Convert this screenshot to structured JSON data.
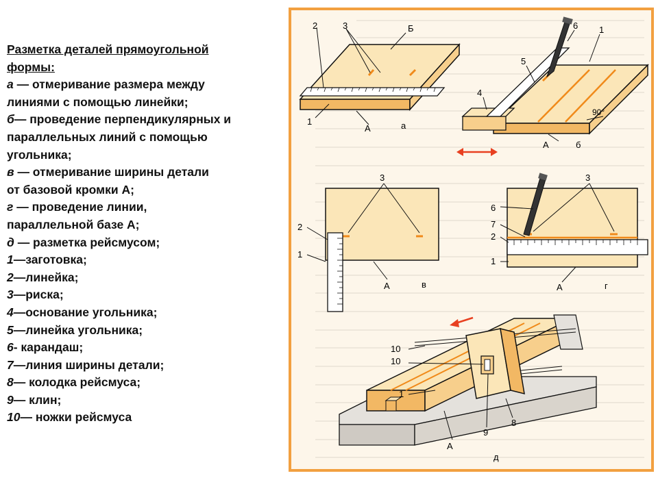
{
  "legend": {
    "title_line1": "Разметка деталей прямоугольной",
    "title_line2": "формы:",
    "items": [
      {
        "key": "а",
        "text": " — отмеривание размера между"
      },
      {
        "key": "",
        "text": "линиями с помощью линейки;"
      },
      {
        "key": "б",
        "text": "— проведение перпендикулярных и"
      },
      {
        "key": "",
        "text": "параллельных линий с помощью"
      },
      {
        "key": "",
        "text": "угольника;"
      },
      {
        "key": "в",
        "text": " — отмеривание ширины детали"
      },
      {
        "key": "",
        "text": "от базовой кромки А;"
      },
      {
        "key": " г",
        "text": " — проведение линии,"
      },
      {
        "key": "",
        "text": "параллельной базе А;"
      },
      {
        "key": "д",
        "text": " — разметка рейсмусом;"
      },
      {
        "key": "1",
        "text": "—заготовка;"
      },
      {
        "key": "2",
        "text": "—линейка;"
      },
      {
        "key": "3",
        "text": "—риска;"
      },
      {
        "key": "4",
        "text": "—основание угольника;"
      },
      {
        "key": "5",
        "text": "—линейка угольника;"
      },
      {
        "key": "6",
        "text": "- карандаш;"
      },
      {
        "key": "7",
        "text": "—линия ширины детали;"
      },
      {
        "key": "8",
        "text": "— колодка рейсмуса;"
      },
      {
        "key": "9",
        "text": "— клин;"
      },
      {
        "key": "10",
        "text": "— ножки рейсмуса"
      }
    ]
  },
  "figure": {
    "panel_a": {
      "letter": "а",
      "labels": [
        "2",
        "3",
        "Б",
        "1",
        "А"
      ]
    },
    "panel_b": {
      "letter": "б",
      "labels": [
        "6",
        "1",
        "5",
        "4",
        "90°",
        "А"
      ]
    },
    "panel_v": {
      "letter": "в",
      "labels": [
        "3",
        "2",
        "1",
        "А"
      ]
    },
    "panel_g": {
      "letter": "г",
      "labels": [
        "3",
        "6",
        "7",
        "2",
        "1",
        "А"
      ]
    },
    "panel_d": {
      "letter": "д",
      "labels": [
        "10",
        "1",
        "9",
        "8",
        "А"
      ]
    }
  },
  "colors": {
    "wood_light": "#fbe6b8",
    "wood_edge": "#f2b864",
    "accent_orange": "#f08a1a",
    "border_orange": "#f2a040",
    "paper": "#fdf6ea",
    "ink": "#111111",
    "arrow_red": "#e84020"
  }
}
